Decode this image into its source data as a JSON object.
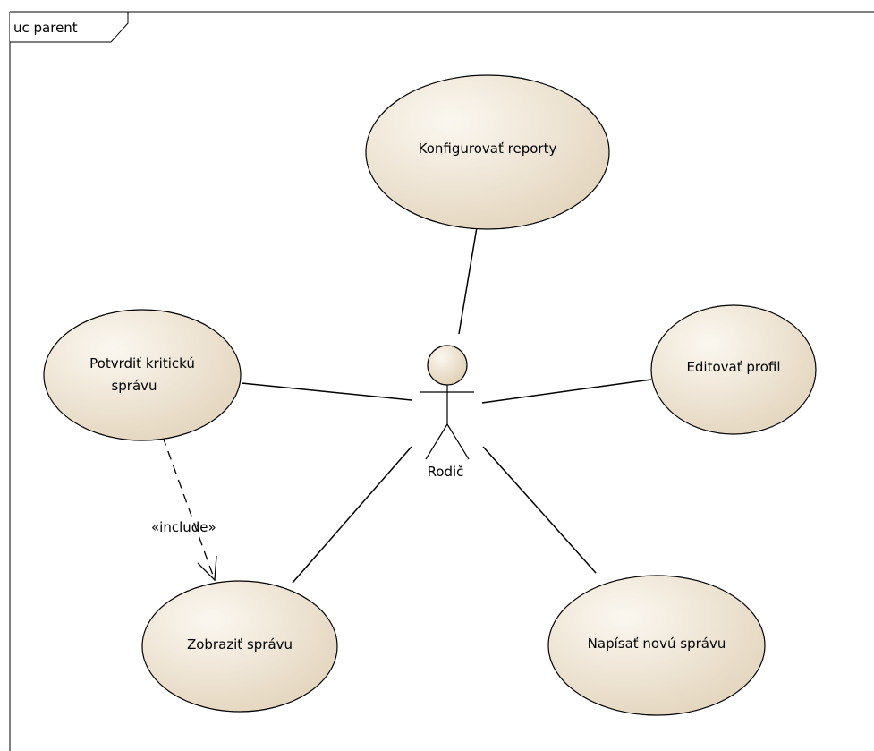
{
  "frame": {
    "label": "uc parent"
  },
  "actor": {
    "name": "Rodič"
  },
  "use_cases": {
    "configure_reports": "Konfigurovať reporty",
    "confirm_critical_line1": "Potvrdiť kritickú",
    "confirm_critical_line2": "správu",
    "edit_profile": "Editovať profil",
    "show_message": "Zobraziť správu",
    "write_message": "Napísať novú správu"
  },
  "relations": {
    "include_label": "«include»"
  },
  "colors": {
    "usecase_fill": "#efe6d6",
    "usecase_stroke": "#000000",
    "line": "#000000"
  }
}
